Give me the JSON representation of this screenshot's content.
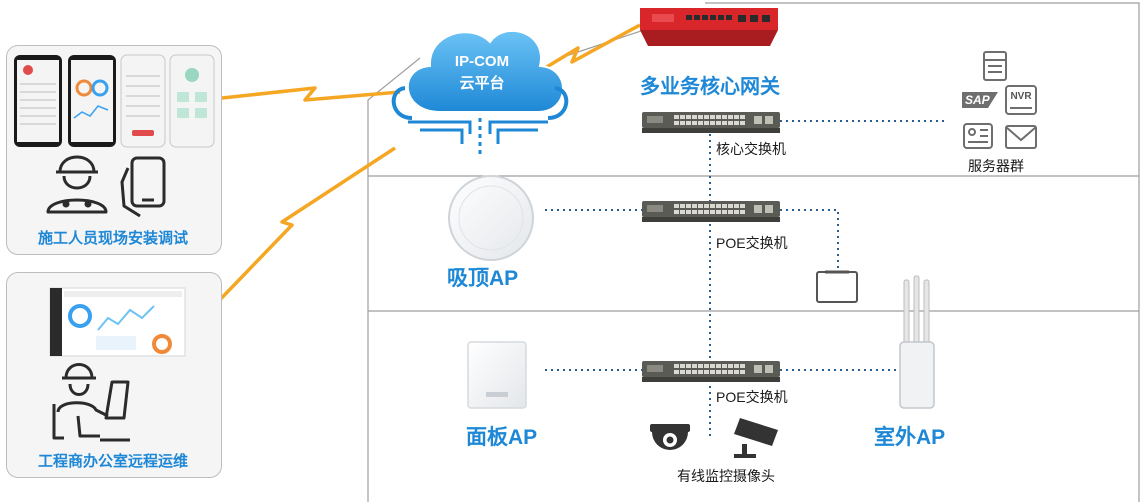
{
  "cloud": {
    "title": "IP-COM",
    "subtitle": "云平台"
  },
  "gateway": {
    "label": "多业务核心网关"
  },
  "switches": {
    "core": "核心交换机",
    "poe_upper": "POE交换机",
    "poe_lower": "POE交换机"
  },
  "servers": {
    "label": "服务器群",
    "sap": "SAP",
    "nvr": "NVR"
  },
  "aps": {
    "ceiling": "吸顶AP",
    "panel": "面板AP",
    "outdoor": "室外AP"
  },
  "camera": {
    "label": "有线监控摄像头"
  },
  "left_panels": {
    "installer": "施工人员现场安装调试",
    "office": "工程商办公室远程运维"
  },
  "colors": {
    "accent_blue": "#1e88d6",
    "gateway_red": "#d8262a",
    "lightning_orange": "#f5a623",
    "link_dots": "#2a5c8f"
  }
}
